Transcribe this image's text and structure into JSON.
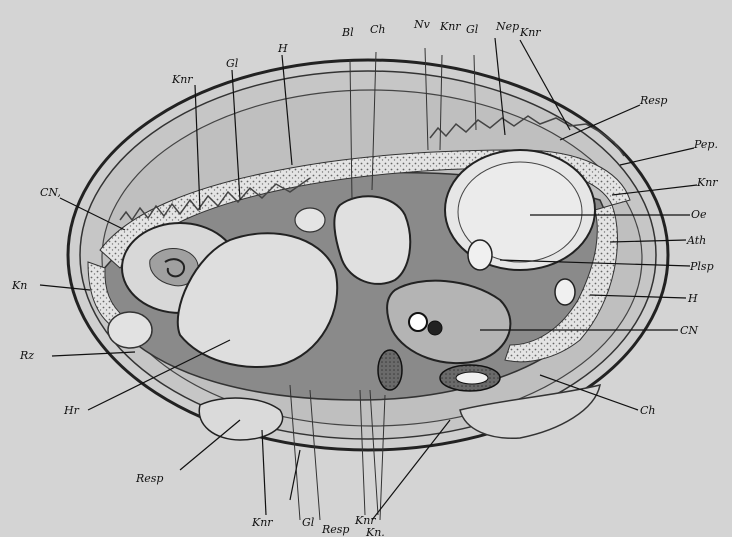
{
  "figure": {
    "labels": {
      "kn_left": "Kn",
      "rz": "Rz",
      "hr": "Hr",
      "resp_lower": "Resp",
      "cn_upper_left": "CN,",
      "knr_upper_left": "Knr",
      "gl_upper_left": "Gl",
      "h_top": "H",
      "bl": "Bl",
      "ch_top": "Ch",
      "nv": "Nv",
      "knr_top": "Knr",
      "gl_top": "Gl",
      "nep": "Nep",
      "knr_top_right": "Knr",
      "resp_right": "Resp",
      "pep": "Pep.",
      "knr_right": "Knr",
      "oe": "Oe",
      "ath": "Ath",
      "plsp": "Plsp",
      "h_right": "H",
      "cn_right": "CN",
      "ch_lower_right": "Ch",
      "knr_bottom": "Knr",
      "gl_bottom": "Gl",
      "resp_bottom": "Resp",
      "knr_bottom2": "Knr",
      "kn_bottom": "Kn."
    }
  }
}
